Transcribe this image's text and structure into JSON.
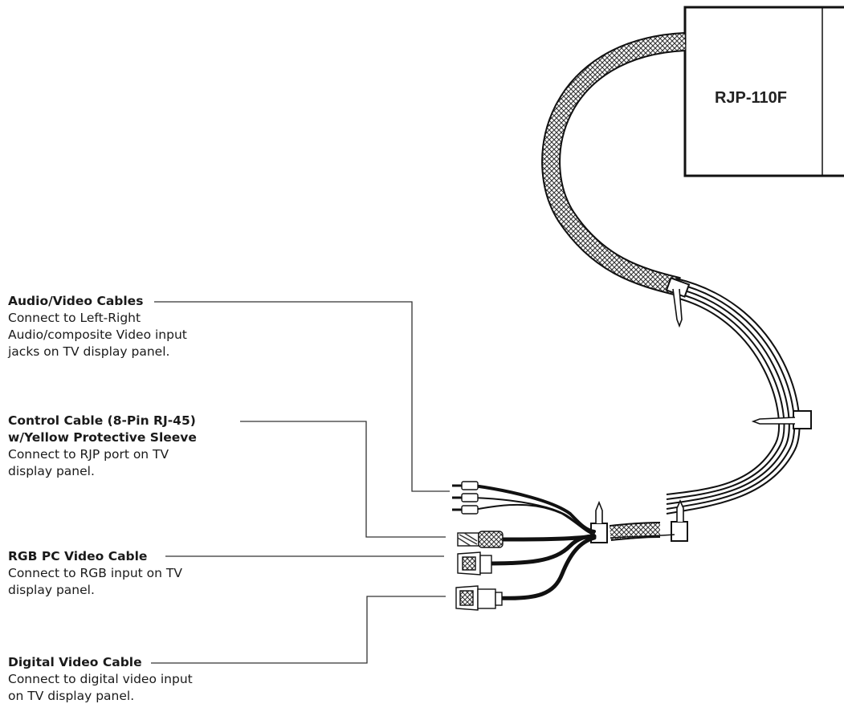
{
  "unit_label": "RJP-110F",
  "callouts": [
    {
      "title": "Audio/Video Cables",
      "desc": [
        "Connect to Left-Right",
        "Audio/composite Video input",
        "jacks on TV display panel."
      ]
    },
    {
      "title": "Control Cable (8-Pin RJ-45)",
      "title2": "w/Yellow Protective Sleeve",
      "desc": [
        "Connect to RJP port on TV",
        "display panel."
      ]
    },
    {
      "title": "RGB PC Video Cable",
      "desc": [
        "Connect to RGB input on TV",
        "display panel."
      ]
    },
    {
      "title": "Digital Video Cable",
      "desc": [
        "Connect to digital video input",
        "on TV display panel."
      ]
    }
  ]
}
